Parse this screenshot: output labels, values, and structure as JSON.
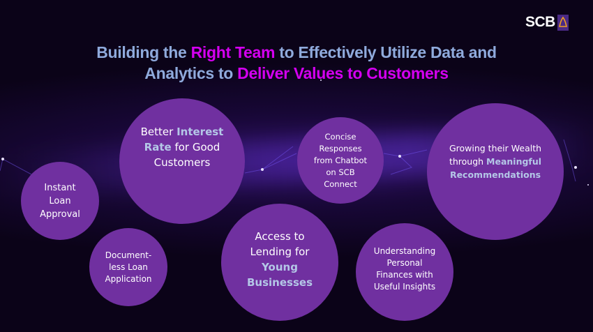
{
  "logo": {
    "text": "SCB"
  },
  "title": {
    "line1": [
      {
        "text": "Building the ",
        "accent": false
      },
      {
        "text": "Right Team",
        "accent": true
      },
      {
        "text": " to Effectively Utilize Data and",
        "accent": false
      }
    ],
    "line2": [
      {
        "text": "Analytics to ",
        "accent": false
      },
      {
        "text": "Deliver Values to Customers",
        "accent": true
      }
    ]
  },
  "bubbles": {
    "instant": {
      "text": "Instant Loan Approval"
    },
    "interest": {
      "pre": "Better ",
      "accent": "Interest Rate",
      "post": " for Good Customers"
    },
    "documentless": {
      "text": "Document-less Loan Application"
    },
    "lending": {
      "pre": "Access to Lending for ",
      "accent": "Young Businesses"
    },
    "chatbot": {
      "text": "Concise Responses from Chatbot on SCB Connect"
    },
    "wealth": {
      "pre": "Growing their Wealth through ",
      "accent": "Meaningful Recommendations"
    },
    "finances": {
      "text": "Understanding Personal Finances with Useful Insights"
    }
  },
  "colors": {
    "bubble": "#7030a0",
    "title": "#8faadc",
    "title_accent": "#d400f0",
    "text_accent": "#b4c7e7"
  }
}
